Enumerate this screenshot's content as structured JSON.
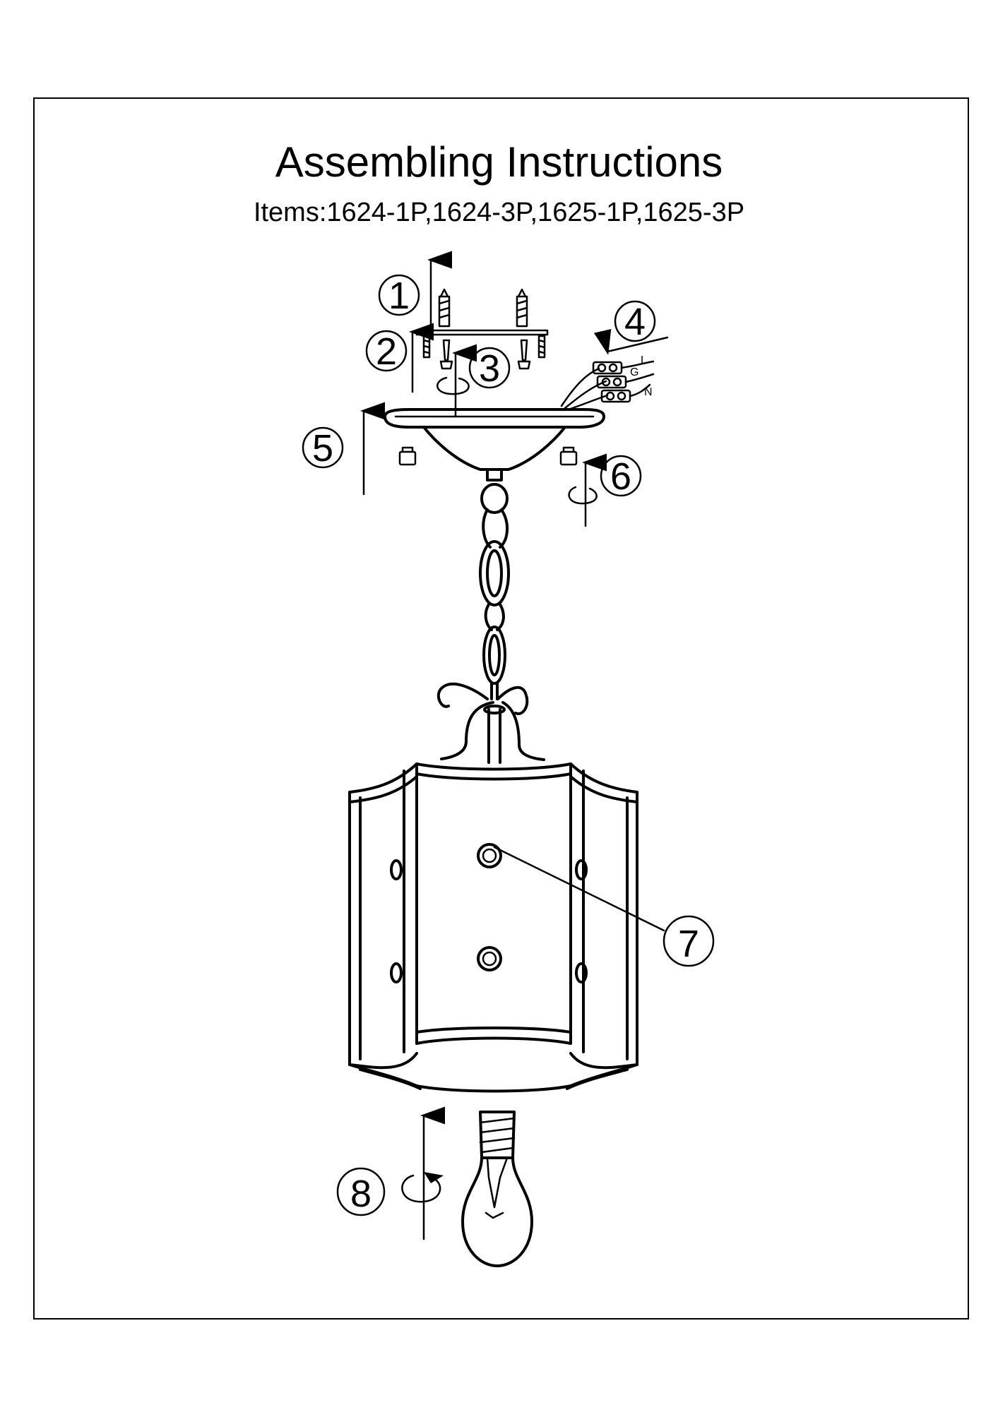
{
  "title": "Assembling Instructions",
  "subtitle": "Items:1624-1P,1624-3P,1625-1P,1625-3P",
  "steps": [
    "1",
    "2",
    "3",
    "4",
    "5",
    "6",
    "7",
    "8"
  ],
  "wire_labels": [
    "L",
    "G",
    "N"
  ]
}
